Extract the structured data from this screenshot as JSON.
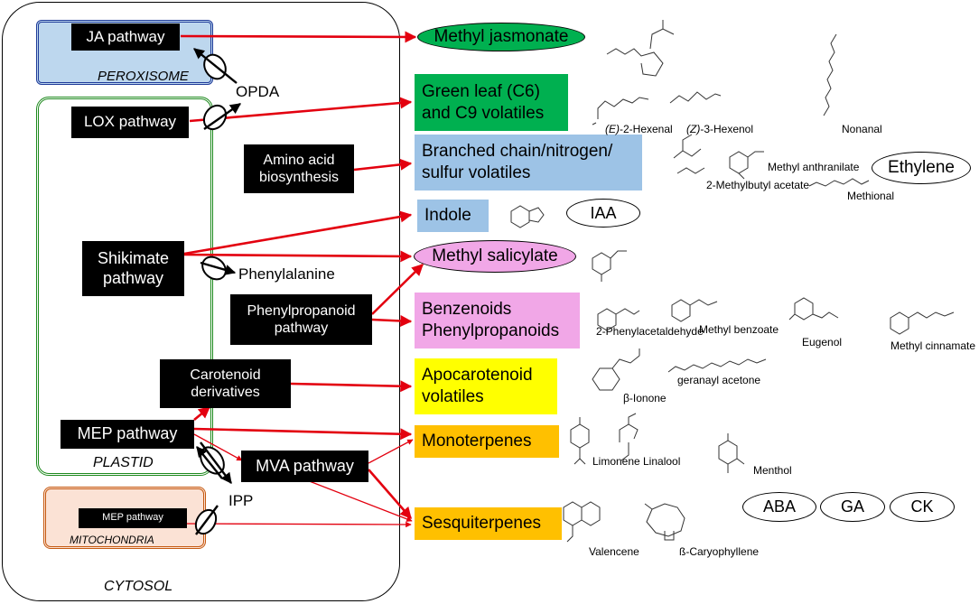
{
  "compartments": {
    "cytosol": "CYTOSOL",
    "peroxisome": "PEROXISOME",
    "plastid": "PLASTID",
    "mitochondria": "MITOCHONDRIA"
  },
  "pathways": {
    "ja": "JA pathway",
    "lox": "LOX pathway",
    "amino": "Amino acid biosynthesis",
    "shikimate": "Shikimate pathway",
    "phenylpropanoid": "Phenylpropanoid pathway",
    "carotenoid": "Carotenoid derivatives",
    "mep": "MEP pathway",
    "mva": "MVA pathway",
    "mep_mito": "MEP pathway"
  },
  "transported": {
    "opda": "OPDA",
    "phenylalanine": "Phenylalanine",
    "ipp": "IPP"
  },
  "products": {
    "methyl_jasmonate": "Methyl jasmonate",
    "green_leaf": "Green leaf (C6) and C9 volatiles",
    "branched_chain": "Branched chain/nitrogen/ sulfur volatiles",
    "indole": "Indole",
    "methyl_salicylate": "Methyl salicylate",
    "benzenoids": "Benzenoids Phenylpropanoids",
    "apocarotenoid": "Apocarotenoid volatiles",
    "monoterpenes": "Monoterpenes",
    "sesquiterpenes": "Sesquiterpenes"
  },
  "hormones": {
    "ethylene": "Ethylene",
    "iaa": "IAA",
    "aba": "ABA",
    "ga": "GA",
    "ck": "CK"
  },
  "molecules": {
    "e2_hexenal_prefix": "(E)",
    "e2_hexenal": "-2-Hexenal",
    "z3_hexenol_prefix": "(Z)",
    "z3_hexenol": "-3-Hexenol",
    "nonanal": "Nonanal",
    "methylbutyl_acetate": "2-Methylbutyl acetate",
    "methyl_anthranilate": "Methyl anthranilate",
    "methional": "Methional",
    "phenylacetaldehyde": "2-Phenylacetaldehyde",
    "methyl_benzoate": "Methyl benzoate",
    "eugenol": "Eugenol",
    "methyl_cinnamate": "Methyl cinnamate",
    "beta_ionone": "β-Ionone",
    "geranyl_acetone": "geranayl acetone",
    "limonene": "Limonene",
    "linalool": "Linalool",
    "menthol": "Menthol",
    "valencene": "Valencene",
    "caryophyllene": "ß-Caryophyllene"
  },
  "colors": {
    "arrow": "#e3000f",
    "peroxisome_fill": "#bdd7ee",
    "peroxisome_border": "#1f3b99",
    "plastid_border": "#1e8a1e",
    "mito_fill": "#fbe2d5",
    "mito_border": "#c55a11",
    "green": "#00b050",
    "blue": "#9dc3e6",
    "pink": "#f1a7e7",
    "yellow": "#ffff00",
    "orange": "#ffc000"
  }
}
